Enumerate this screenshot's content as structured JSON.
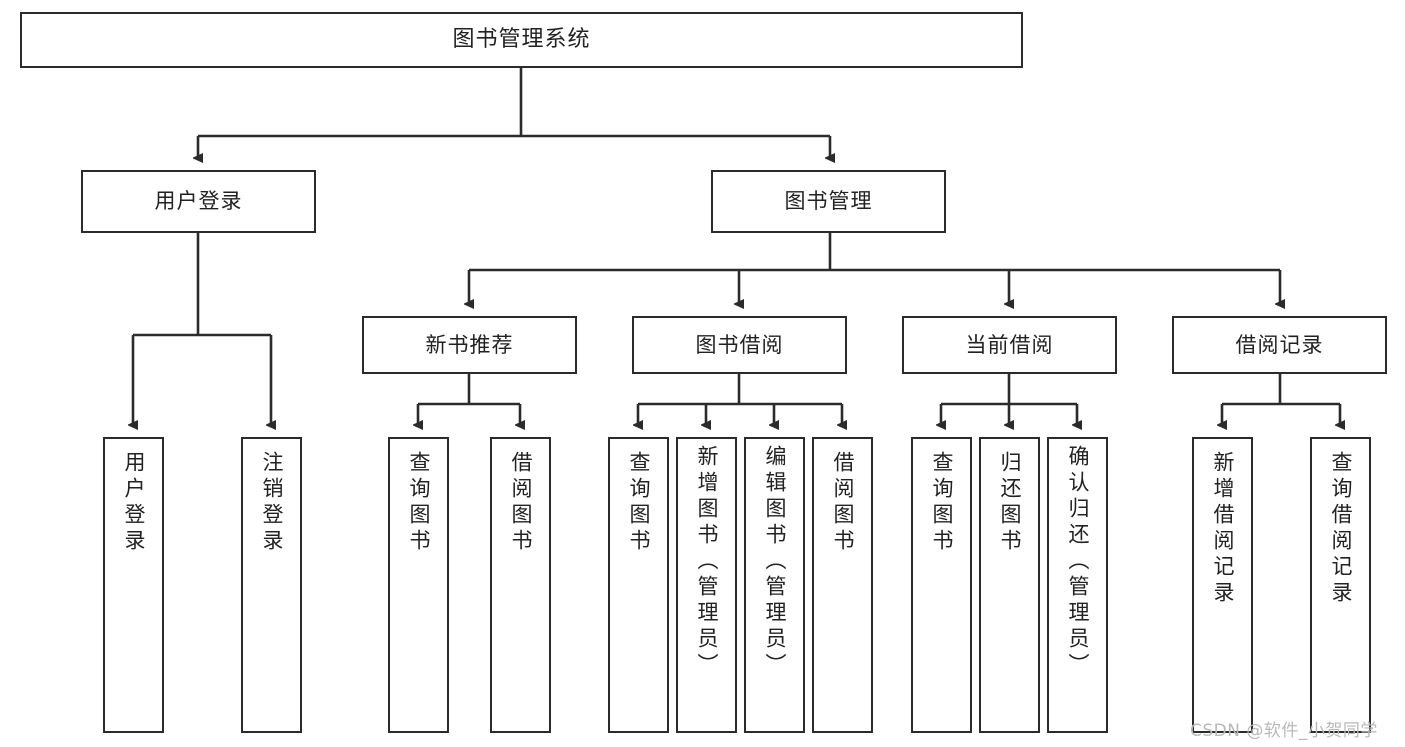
{
  "diagram": {
    "title": "图书管理系统",
    "type": "tree-hierarchy",
    "background_color": "#ffffff",
    "box_border_color": "#2b2b2b",
    "text_color": "#222222",
    "connector_color": "#2b2b2b"
  },
  "root": {
    "label": "图书管理系统"
  },
  "level2": [
    {
      "label": "用户登录"
    },
    {
      "label": "图书管理"
    }
  ],
  "level3": [
    {
      "label": "新书推荐"
    },
    {
      "label": "图书借阅"
    },
    {
      "label": "当前借阅"
    },
    {
      "label": "借阅记录"
    }
  ],
  "leaves": {
    "user_login": [
      {
        "label": "用户登录"
      },
      {
        "label": "注销登录"
      }
    ],
    "new_book_recommend": [
      {
        "label": "查询图书"
      },
      {
        "label": "借阅图书"
      }
    ],
    "book_borrow": [
      {
        "label": "查询图书"
      },
      {
        "label": "新增图书（管理员）"
      },
      {
        "label": "编辑图书（管理员）"
      },
      {
        "label": "借阅图书"
      }
    ],
    "current_borrow": [
      {
        "label": "查询图书"
      },
      {
        "label": "归还图书"
      },
      {
        "label": "确认归还（管理员）"
      }
    ],
    "borrow_record": [
      {
        "label": "新增借阅记录"
      },
      {
        "label": "查询借阅记录"
      }
    ]
  },
  "watermark": {
    "text": "CSDN @软件_小贺同学",
    "color": "#b9b9b9"
  }
}
